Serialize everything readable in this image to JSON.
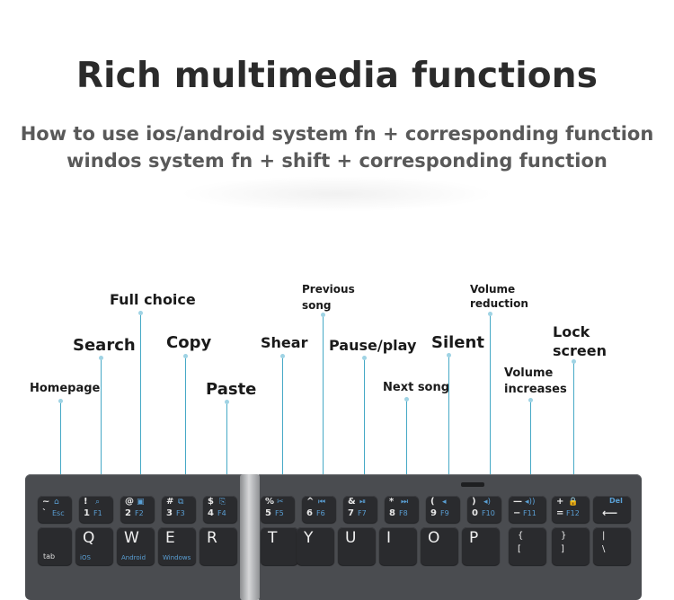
{
  "header": {
    "title": "Rich multimedia functions",
    "line1": "How to use ios/android system fn + corresponding function",
    "line2": "windos system fn + shift + corresponding function"
  },
  "labels": {
    "homepage": "Homepage",
    "search": "Search",
    "full_choice": "Full choice",
    "copy": "Copy",
    "paste": "Paste",
    "shear": "Shear",
    "previous_song_1": "Previous",
    "previous_song_2": "song",
    "pause_play": "Pause/play",
    "next_song": "Next song",
    "silent": "Silent",
    "volume_reduction_1": "Volume",
    "volume_reduction_2": "reduction",
    "volume_increases_1": "Volume",
    "volume_increases_2": "increases",
    "lock_screen_1": "Lock",
    "lock_screen_2": "screen"
  },
  "fkeys": [
    {
      "top": "~",
      "bot": "`",
      "ico": "⌂",
      "fn": "Esc",
      "icon_name": "home-icon"
    },
    {
      "top": "!",
      "bot": "1",
      "ico": "⌕",
      "fn": "F1",
      "icon_name": "search-icon"
    },
    {
      "top": "@",
      "bot": "2",
      "ico": "▣",
      "fn": "F2",
      "icon_name": "select-all-icon"
    },
    {
      "top": "#",
      "bot": "3",
      "ico": "⧉",
      "fn": "F3",
      "icon_name": "copy-icon"
    },
    {
      "top": "$",
      "bot": "4",
      "ico": "⎘",
      "fn": "F4",
      "icon_name": "paste-icon"
    },
    {
      "top": "%",
      "bot": "5",
      "ico": "✂",
      "fn": "F5",
      "icon_name": "cut-icon"
    },
    {
      "top": "^",
      "bot": "6",
      "ico": "⏮",
      "fn": "F6",
      "icon_name": "previous-track-icon"
    },
    {
      "top": "&",
      "bot": "7",
      "ico": "⏯",
      "fn": "F7",
      "icon_name": "play-pause-icon"
    },
    {
      "top": "*",
      "bot": "8",
      "ico": "⏭",
      "fn": "F8",
      "icon_name": "next-track-icon"
    },
    {
      "top": "(",
      "bot": "9",
      "ico": "◂",
      "fn": "F9",
      "icon_name": "mute-icon"
    },
    {
      "top": ")",
      "bot": "0",
      "ico": "◂)",
      "fn": "F10",
      "icon_name": "volume-down-icon"
    },
    {
      "top": "—",
      "bot": "−",
      "ico": "◂))",
      "fn": "F11",
      "icon_name": "volume-up-icon"
    },
    {
      "top": "+",
      "bot": "=",
      "ico": "🔒",
      "fn": "F12",
      "icon_name": "lock-icon"
    },
    {
      "top": "Del",
      "bot": "⟵",
      "ico": "",
      "fn": "",
      "icon_name": "backspace-icon"
    }
  ],
  "letter_keys": [
    {
      "main": "",
      "sub": "tab"
    },
    {
      "main": "Q",
      "sub": "iOS"
    },
    {
      "main": "W",
      "sub": "Android"
    },
    {
      "main": "E",
      "sub": "Windows"
    },
    {
      "main": "R",
      "sub": ""
    },
    {
      "main": "T",
      "sub": ""
    },
    {
      "main": "Y",
      "sub": ""
    },
    {
      "main": "U",
      "sub": ""
    },
    {
      "main": "I",
      "sub": ""
    },
    {
      "main": "O",
      "sub": ""
    },
    {
      "main": "P",
      "sub": ""
    },
    {
      "main": "{",
      "sub": "["
    },
    {
      "main": "}",
      "sub": "]"
    },
    {
      "main": "|",
      "sub": "\\"
    }
  ],
  "colors": {
    "leader_line": "#46a9c6",
    "fn_legend": "#5a9fd4",
    "key_face": "#2a2b2e",
    "keyboard_body": "#4a4c50"
  }
}
